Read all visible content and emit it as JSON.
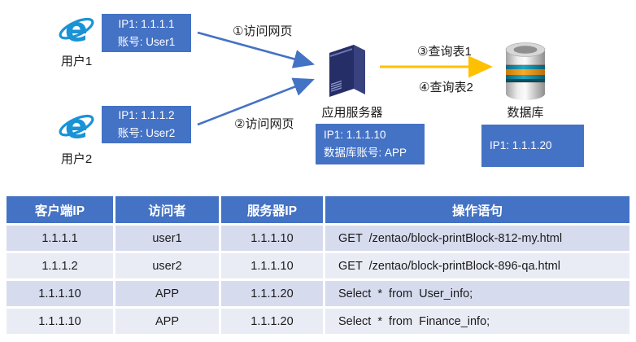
{
  "diagram": {
    "user1": {
      "name": "用户1",
      "ip": "IP1: 1.1.1.1",
      "account": "账号: User1"
    },
    "user2": {
      "name": "用户2",
      "ip": "IP1: 1.1.1.2",
      "account": "账号: User2"
    },
    "app_server": {
      "name": "应用服务器",
      "ip": "IP1: 1.1.1.10",
      "account": "数据库账号: APP"
    },
    "database": {
      "name": "数据库",
      "ip": "IP1: 1.1.1.20"
    },
    "arrow_labels": {
      "a1": "①访问网页",
      "a2": "②访问网页",
      "a3": "③查询表1",
      "a4": "④查询表2"
    },
    "colors": {
      "accent_blue": "#4472C4",
      "arrow_yellow": "#FFC000",
      "ie_blue": "#1A93D6"
    }
  },
  "table": {
    "headers": [
      "客户端IP",
      "访问者",
      "服务器IP",
      "操作语句"
    ],
    "rows": [
      [
        "1.1.1.1",
        "user1",
        "1.1.1.10",
        "GET  /zentao/block-printBlock-812-my.html"
      ],
      [
        "1.1.1.2",
        "user2",
        "1.1.1.10",
        "GET  /zentao/block-printBlock-896-qa.html"
      ],
      [
        "1.1.1.10",
        "APP",
        "1.1.1.20",
        "Select  *  from  User_info;"
      ],
      [
        "1.1.1.10",
        "APP",
        "1.1.1.20",
        "Select  *  from  Finance_info;"
      ]
    ]
  }
}
